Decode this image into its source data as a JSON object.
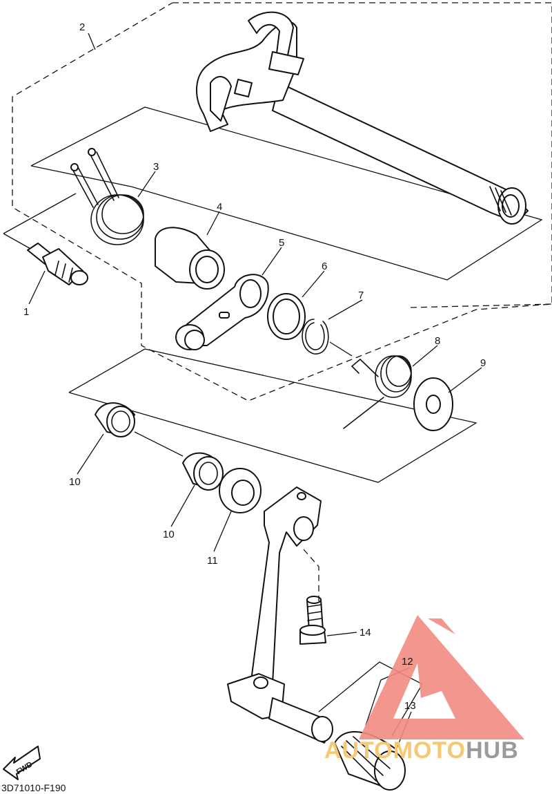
{
  "drawing_code": "3D71010-F190",
  "direction_label": "FWD",
  "callouts": [
    {
      "id": "1",
      "text": "1"
    },
    {
      "id": "2",
      "text": "2"
    },
    {
      "id": "3",
      "text": "3"
    },
    {
      "id": "4",
      "text": "4"
    },
    {
      "id": "5",
      "text": "5"
    },
    {
      "id": "6",
      "text": "6"
    },
    {
      "id": "7",
      "text": "7"
    },
    {
      "id": "8",
      "text": "8"
    },
    {
      "id": "9",
      "text": "9"
    },
    {
      "id": "10a",
      "text": "10"
    },
    {
      "id": "10b",
      "text": "10"
    },
    {
      "id": "11",
      "text": "11"
    },
    {
      "id": "12",
      "text": "12"
    },
    {
      "id": "13",
      "text": "13"
    },
    {
      "id": "14",
      "text": "14"
    }
  ],
  "watermark": {
    "part1": "AUTO",
    "part2": "MOTO",
    "part3": "HUB",
    "color_red": "#f28b82",
    "color_orange": "#f7c873",
    "color_gray": "#9a9a9a"
  }
}
